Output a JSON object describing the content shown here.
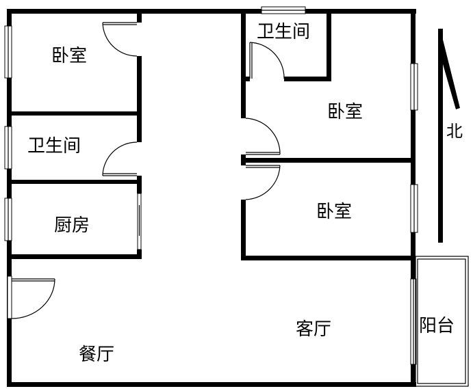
{
  "rooms": {
    "bedroom_nw": "卧室",
    "bathroom_w": "卫生间",
    "kitchen": "厨房",
    "dining": "餐厅",
    "bathroom_n": "卫生间",
    "bedroom_ne": "卧室",
    "bedroom_e": "卧室",
    "living": "客厅",
    "balcony": "阳台"
  },
  "compass": {
    "label": "北",
    "icon": "north-arrow-icon"
  },
  "colors": {
    "wall": "#000000",
    "background": "#ffffff"
  }
}
